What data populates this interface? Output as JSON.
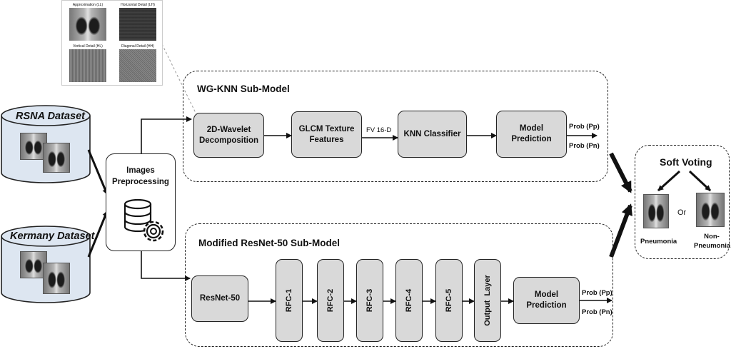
{
  "datasets": {
    "rsna": "RSNA Dataset",
    "kermany": "Kermany Dataset"
  },
  "preprocessing": {
    "line1": "Images",
    "line2": "Preprocessing"
  },
  "wavelet_inset": {
    "approximation": "Approximation (LL)",
    "horizontal": "Horizontal Detail (LH)",
    "vertical": "Vertical Detail (HL)",
    "diagonal": "Diagonal Detail (HH)"
  },
  "wg_knn": {
    "title": "WG-KNN Sub-Model",
    "wavelet": {
      "line1": "2D-Wavelet",
      "line2": "Decomposition"
    },
    "glcm": {
      "line1": "GLCM Texture",
      "line2": "Features"
    },
    "fv_label": "FV 16-D",
    "knn": "KNN Classifier",
    "prediction": {
      "line1": "Model",
      "line2": "Prediction"
    },
    "prob_p": "Prob (Pp)",
    "prob_n": "Prob (Pn)"
  },
  "resnet": {
    "title": "Modified ResNet-50 Sub-Model",
    "backbone": "ResNet-50",
    "rfc": [
      "RFC-1",
      "RFC-2",
      "RFC-3",
      "RFC-4",
      "RFC-5"
    ],
    "output_layer": "Output  Layer",
    "prediction": {
      "line1": "Model",
      "line2": "Prediction"
    },
    "prob_p": "Prob (Pp)",
    "prob_n": "Prob (Pn)"
  },
  "voting": {
    "title": "Soft Voting",
    "or": "Or",
    "pneumonia": "Pneumonia",
    "non_pneumonia": {
      "line1": "Non-",
      "line2": "Pneumonia"
    }
  },
  "colors": {
    "box_fill": "#d9d9d9",
    "cylinder_fill": "#dde6f1",
    "line": "#111111"
  }
}
